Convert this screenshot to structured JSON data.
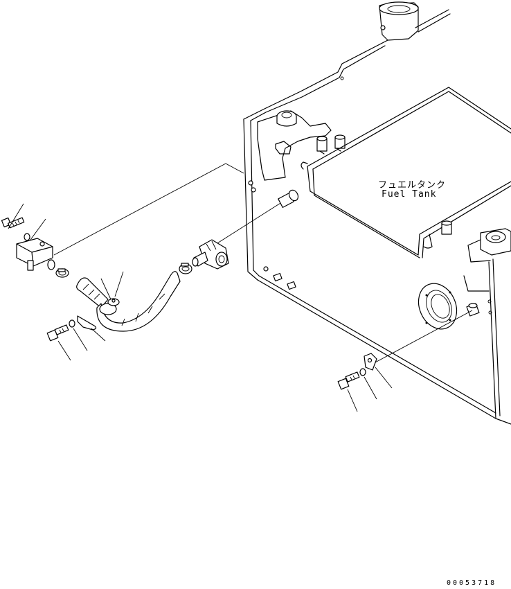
{
  "labels": {
    "fuel_tank_jp": "フュエルタンク",
    "fuel_tank_en": "Fuel Tank"
  },
  "drawing_number": "00053718",
  "icons": [
    "bolt-icon",
    "washer-icon",
    "clamp-icon",
    "hose-icon",
    "elbow-fitting-icon",
    "drain-valve-icon"
  ]
}
